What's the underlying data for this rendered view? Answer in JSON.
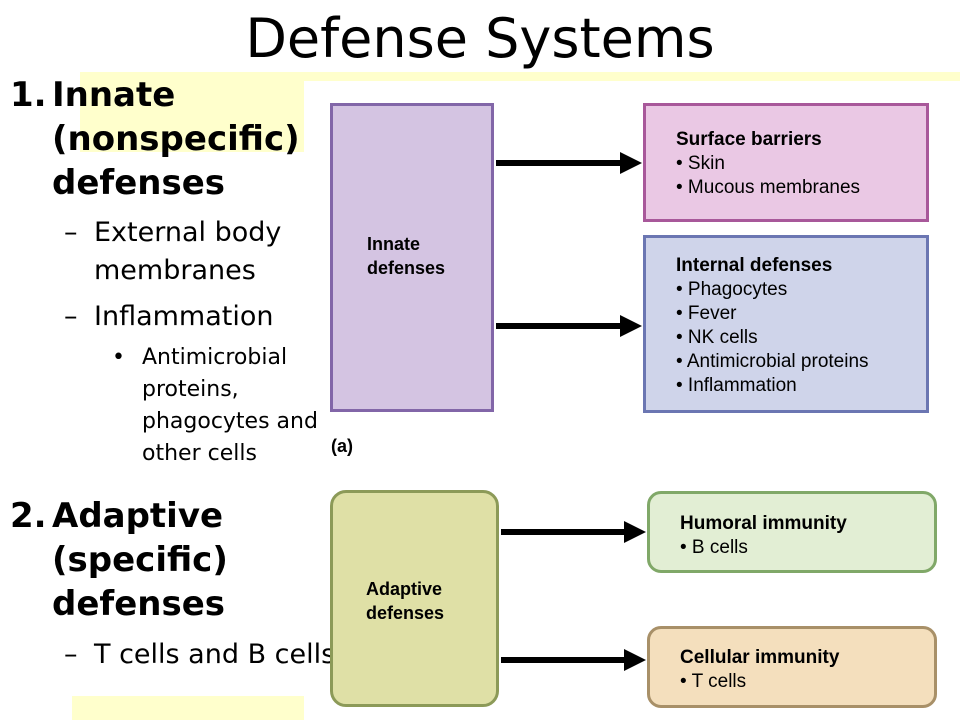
{
  "slide": {
    "title": "Defense Systems",
    "items": [
      {
        "number": "1.",
        "text": "Innate\n(nonspecific)\ndefenses",
        "subitems": [
          {
            "marker": "–",
            "text": "External body\nmembranes"
          },
          {
            "marker": "–",
            "text": "Inflammation"
          }
        ],
        "bullets": [
          {
            "marker": "•",
            "text": "Antimicrobial\nproteins,\nphagocytes and\nother cells"
          }
        ]
      },
      {
        "number": "2.",
        "text": "Adaptive\n(specific)\ndefenses",
        "subitems": [
          {
            "marker": "–",
            "text": "T cells and B cells"
          }
        ]
      }
    ]
  },
  "figure": {
    "innate": {
      "label": "Innate\ndefenses",
      "surface": {
        "title": "Surface barriers",
        "items": [
          "• Skin",
          "• Mucous membranes"
        ]
      },
      "internal": {
        "title": "Internal defenses",
        "items": [
          "• Phagocytes",
          "• Fever",
          "• NK cells",
          "• Antimicrobial proteins",
          "• Inflammation"
        ]
      }
    },
    "panel_label": "(a)",
    "adaptive": {
      "label": "Adaptive\ndefenses",
      "humoral": {
        "title": "Humoral immunity",
        "items": [
          "• B cells"
        ]
      },
      "cellular": {
        "title": "Cellular immunity",
        "items": [
          "• T cells"
        ]
      }
    }
  },
  "colors": {
    "highlight": "#ffffcc",
    "innate_fill": "#d4c4e2",
    "innate_border": "#8266a8",
    "surface_fill": "#eac8e4",
    "surface_border": "#a8589a",
    "internal_fill": "#cfd4ea",
    "internal_border": "#6b76b2",
    "adaptive_fill": "#dfe0a6",
    "adaptive_border": "#8c9a58",
    "humoral_fill": "#e2eed4",
    "humoral_border": "#80a868",
    "cellular_fill": "#f4dfbd",
    "cellular_border": "#a89068"
  }
}
